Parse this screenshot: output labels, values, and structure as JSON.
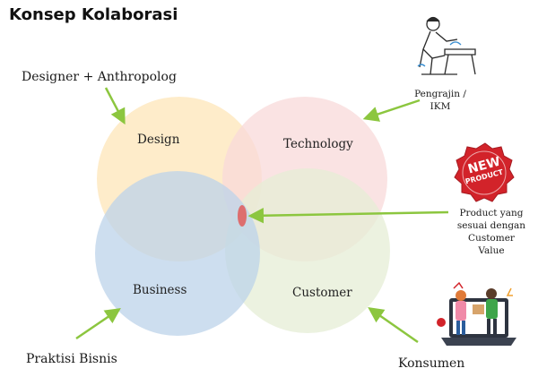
{
  "title": "Konsep Kolaborasi",
  "circles": {
    "design": "Design",
    "technology": "Technology",
    "business": "Business",
    "customer": "Customer"
  },
  "actors": {
    "designer": "Designer + Anthropolog",
    "pengrajin": "Pengrajin /\nIKM",
    "praktisi": "Praktisi Bisnis",
    "konsumen": "Konsumen"
  },
  "product_label": "Product yang\nsesuai dengan\nCustomer\nValue",
  "badge": {
    "line1": "NEW",
    "line2": "PRODUCT"
  },
  "colors": {
    "design": "#fde6b8",
    "technology": "#f8dada",
    "business": "#bcd3ea",
    "customer": "#e6eed6",
    "arrow": "#8cc63f",
    "center": "#e05a5a",
    "badge": "#d2232a"
  }
}
